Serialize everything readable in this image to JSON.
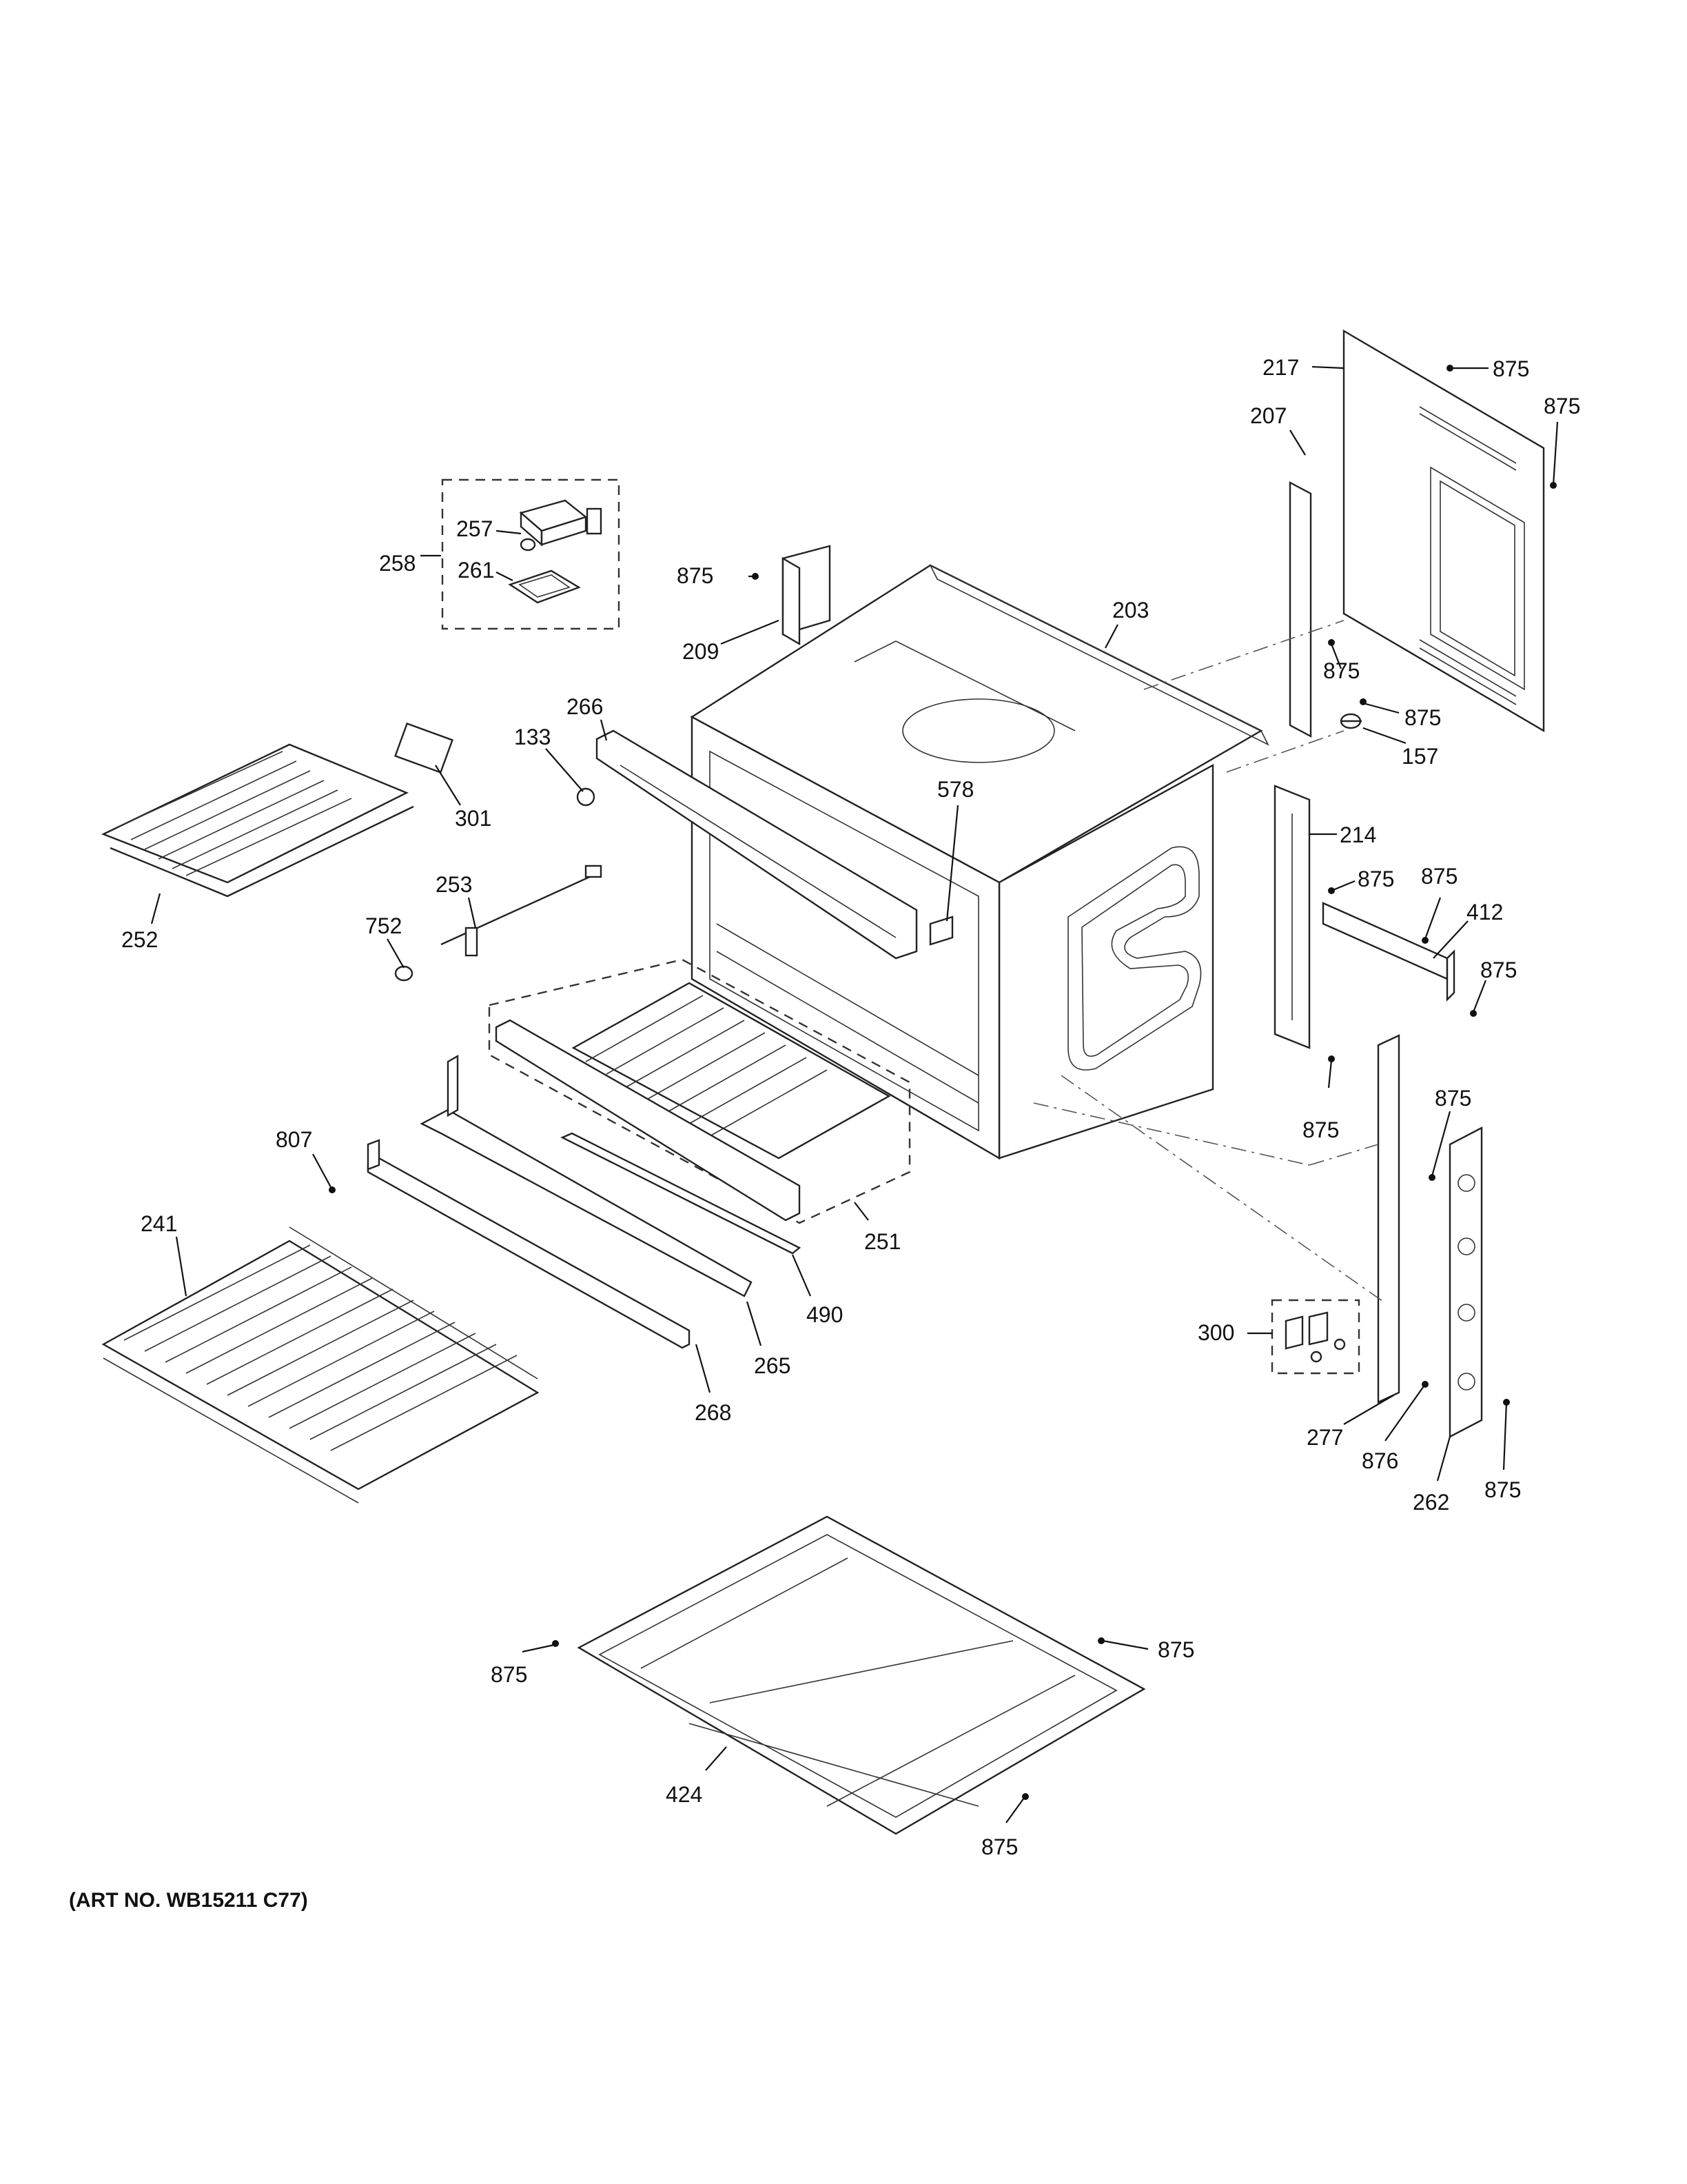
{
  "caption": "(ART NO. WB15211 C77)",
  "parts": [
    {
      "id": "p203",
      "label": "203"
    },
    {
      "id": "p207",
      "label": "207"
    },
    {
      "id": "p209",
      "label": "209"
    },
    {
      "id": "p214",
      "label": "214"
    },
    {
      "id": "p217",
      "label": "217"
    },
    {
      "id": "p875a",
      "label": "875"
    },
    {
      "id": "p875b",
      "label": "875"
    },
    {
      "id": "p875c",
      "label": "875"
    },
    {
      "id": "p875d",
      "label": "875"
    },
    {
      "id": "p875e",
      "label": "875"
    },
    {
      "id": "p875f",
      "label": "875"
    },
    {
      "id": "p875g",
      "label": "875"
    },
    {
      "id": "p875h",
      "label": "875"
    },
    {
      "id": "p875i",
      "label": "875"
    },
    {
      "id": "p875j",
      "label": "875"
    },
    {
      "id": "p875k",
      "label": "875"
    },
    {
      "id": "p875l",
      "label": "875"
    },
    {
      "id": "p875m",
      "label": "875"
    },
    {
      "id": "p157",
      "label": "157"
    },
    {
      "id": "p257",
      "label": "257"
    },
    {
      "id": "p258",
      "label": "258"
    },
    {
      "id": "p261",
      "label": "261"
    },
    {
      "id": "p266",
      "label": "266"
    },
    {
      "id": "p133",
      "label": "133"
    },
    {
      "id": "p578",
      "label": "578"
    },
    {
      "id": "p301",
      "label": "301"
    },
    {
      "id": "p252",
      "label": "252"
    },
    {
      "id": "p253",
      "label": "253"
    },
    {
      "id": "p752",
      "label": "752"
    },
    {
      "id": "p412",
      "label": "412"
    },
    {
      "id": "p807",
      "label": "807"
    },
    {
      "id": "p241",
      "label": "241"
    },
    {
      "id": "p251",
      "label": "251"
    },
    {
      "id": "p490",
      "label": "490"
    },
    {
      "id": "p265",
      "label": "265"
    },
    {
      "id": "p268",
      "label": "268"
    },
    {
      "id": "p300",
      "label": "300"
    },
    {
      "id": "p277",
      "label": "277"
    },
    {
      "id": "p876",
      "label": "876"
    },
    {
      "id": "p262",
      "label": "262"
    },
    {
      "id": "p424",
      "label": "424"
    }
  ]
}
